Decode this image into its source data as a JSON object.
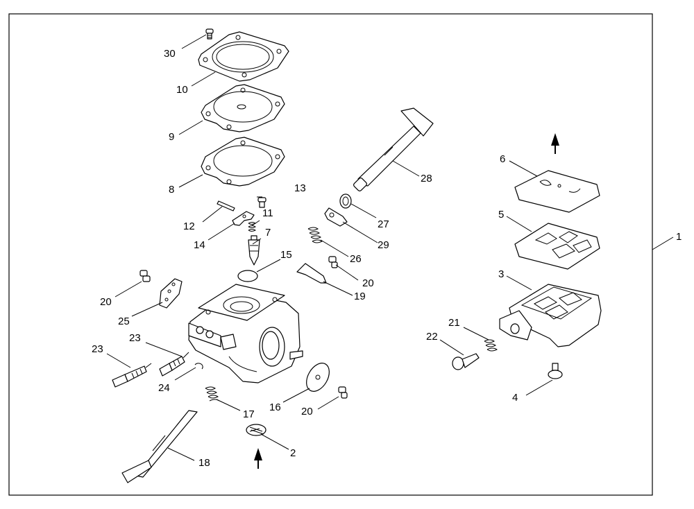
{
  "diagram": {
    "callouts": [
      {
        "id": "c30",
        "label": "30"
      },
      {
        "id": "c10",
        "label": "10"
      },
      {
        "id": "c9",
        "label": "9"
      },
      {
        "id": "c8",
        "label": "8"
      },
      {
        "id": "c13",
        "label": "13"
      },
      {
        "id": "c12",
        "label": "12"
      },
      {
        "id": "c11",
        "label": "11"
      },
      {
        "id": "c14",
        "label": "14"
      },
      {
        "id": "c7",
        "label": "7"
      },
      {
        "id": "c15",
        "label": "15"
      },
      {
        "id": "c20a",
        "label": "20"
      },
      {
        "id": "c25",
        "label": "25"
      },
      {
        "id": "c23a",
        "label": "23"
      },
      {
        "id": "c23b",
        "label": "23"
      },
      {
        "id": "c24",
        "label": "24"
      },
      {
        "id": "c17",
        "label": "17"
      },
      {
        "id": "c16",
        "label": "16"
      },
      {
        "id": "c20b",
        "label": "20"
      },
      {
        "id": "c20c",
        "label": "20"
      },
      {
        "id": "c2",
        "label": "2"
      },
      {
        "id": "c18",
        "label": "18"
      },
      {
        "id": "c28",
        "label": "28"
      },
      {
        "id": "c27",
        "label": "27"
      },
      {
        "id": "c29",
        "label": "29"
      },
      {
        "id": "c26",
        "label": "26"
      },
      {
        "id": "c19",
        "label": "19"
      },
      {
        "id": "c6",
        "label": "6"
      },
      {
        "id": "c5",
        "label": "5"
      },
      {
        "id": "c3",
        "label": "3"
      },
      {
        "id": "c1",
        "label": "1"
      },
      {
        "id": "c21",
        "label": "21"
      },
      {
        "id": "c22",
        "label": "22"
      },
      {
        "id": "c4",
        "label": "4"
      }
    ]
  }
}
